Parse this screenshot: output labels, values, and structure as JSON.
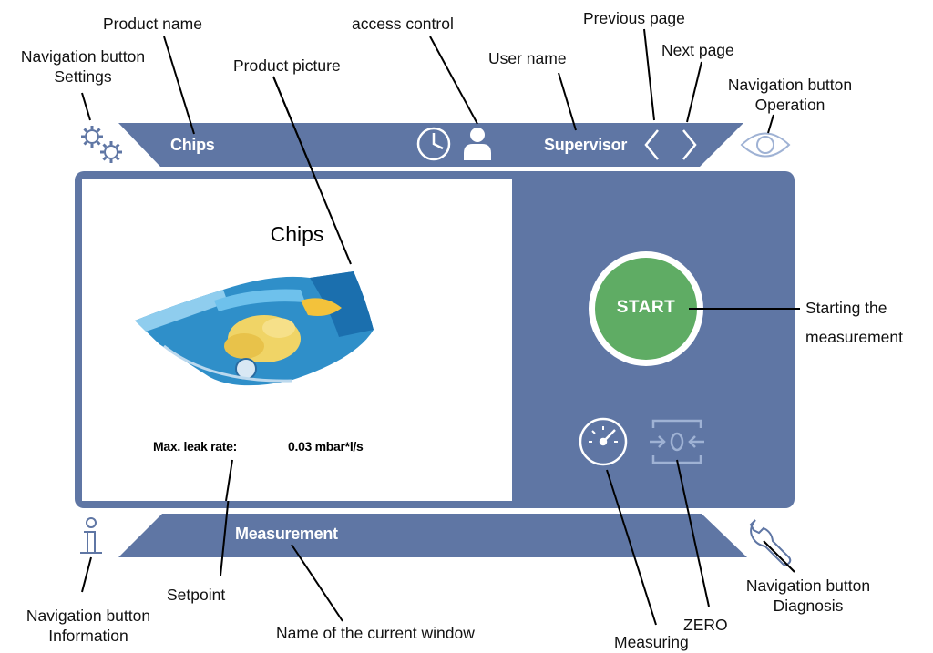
{
  "screen": {
    "product_name": "Chips",
    "user_name": "Supervisor",
    "product_title": "Chips",
    "leak_rate_label": "Max. leak rate:",
    "leak_rate_value": "0.03 mbar*l/s",
    "start_label": "START",
    "window_name": "Measurement"
  },
  "annotations": {
    "settings": [
      "Navigation button",
      "Settings"
    ],
    "product_name": "Product name",
    "product_picture": "Product picture",
    "access_control": "access control",
    "user_name": "User name",
    "previous_page": "Previous page",
    "next_page": "Next page",
    "operation": [
      "Navigation button",
      "Operation"
    ],
    "start": [
      "Starting the",
      "measurement"
    ],
    "information": [
      "Navigation button",
      "Information"
    ],
    "setpoint": "Setpoint",
    "window_name": "Name of the current window",
    "measuring": "Measuring",
    "zero": "ZERO",
    "diagnosis": [
      "Navigation button",
      "Diagnosis"
    ]
  },
  "icons": {
    "settings": "gears-icon",
    "access": "clock-icon",
    "user": "user-icon",
    "previous": "chevron-left-icon",
    "next": "chevron-right-icon",
    "operation": "eye-icon",
    "measuring": "gauge-icon",
    "zero": "zero-icon",
    "information": "info-icon",
    "diagnosis": "wrench-icon"
  },
  "colors": {
    "bar": "#5f76a4",
    "icon_outline": "#5f76a4",
    "icon_light": "#9fb2d4",
    "start_green": "#5fac64",
    "white": "#ffffff"
  }
}
